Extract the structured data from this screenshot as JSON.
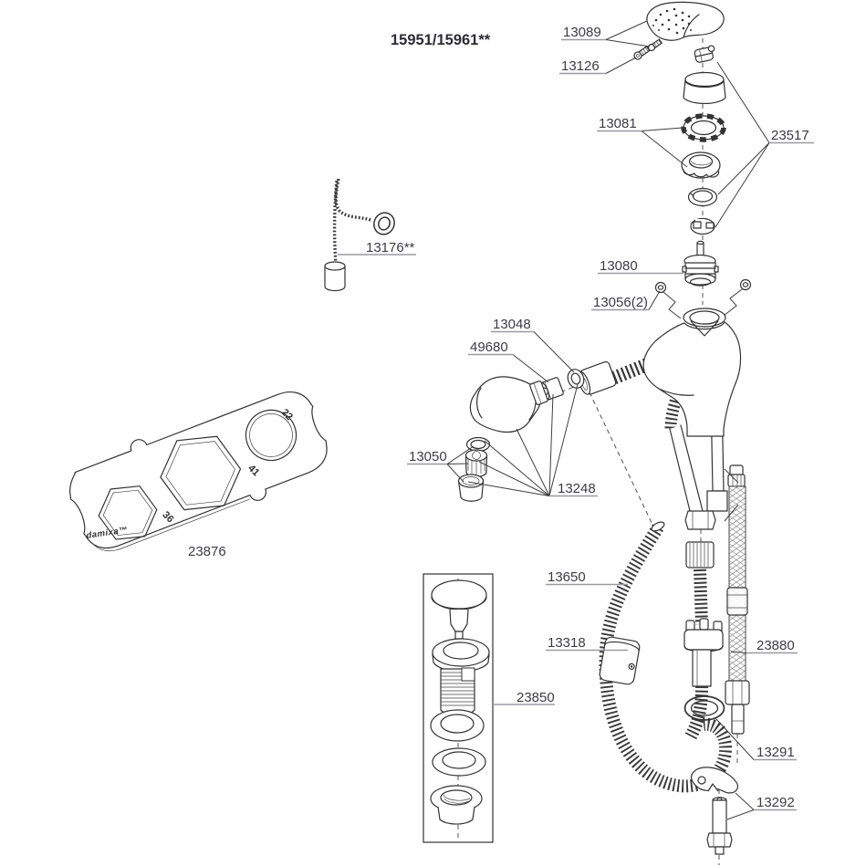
{
  "figure": {
    "title": "15951/15961**"
  },
  "parts": {
    "p13089": {
      "label": "13089"
    },
    "p13126": {
      "label": "13126"
    },
    "p13081": {
      "label": "13081"
    },
    "p23517": {
      "label": "23517"
    },
    "p13080": {
      "label": "13080"
    },
    "p13056": {
      "label": "13056(2)"
    },
    "p13048": {
      "label": "13048"
    },
    "p49680": {
      "label": "49680"
    },
    "p13050": {
      "label": "13050"
    },
    "p13248": {
      "label": "13248"
    },
    "p13176": {
      "label": "13176**"
    },
    "p23876": {
      "label": "23876"
    },
    "p13650": {
      "label": "13650"
    },
    "p13318": {
      "label": "13318"
    },
    "p23850": {
      "label": "23850"
    },
    "p23880": {
      "label": "23880"
    },
    "p13291": {
      "label": "13291"
    },
    "p13292": {
      "label": "13292"
    }
  },
  "wrench_plate": {
    "brand": "damixa™",
    "size_round": "22",
    "size_hex_large": "41",
    "size_hex_small": "36"
  },
  "colors": {
    "line": "#333333",
    "label_text": "#3c3c44",
    "underline": "#9a9aa0",
    "background": "#ffffff"
  }
}
